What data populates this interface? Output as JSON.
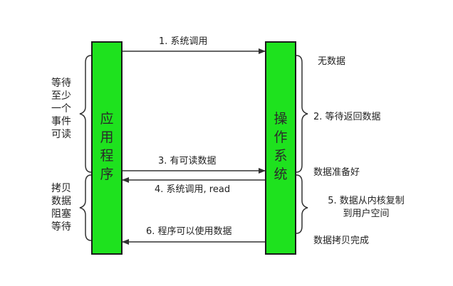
{
  "colors": {
    "box_fill": "#1ee21e",
    "line": "#333333"
  },
  "left_box": {
    "label": "应\n用\n程\n序"
  },
  "right_box": {
    "label": "操\n作\n系\n统"
  },
  "arrows": [
    {
      "label": "1. 系统调用",
      "direction": "right"
    },
    {
      "label": "3. 有可读数据",
      "direction": "right"
    },
    {
      "label": "4. 系统调用, read",
      "direction": "left"
    },
    {
      "label": "6. 程序可以使用数据",
      "direction": "left"
    }
  ],
  "left_notes": [
    {
      "text": "等待\n至少\n一个\n事件\n可读"
    },
    {
      "text": "拷贝\n数据\n阻塞\n等待"
    }
  ],
  "right_notes": [
    {
      "text": "无数据"
    },
    {
      "text": "2. 等待返回数据"
    },
    {
      "text": "数据准备好"
    },
    {
      "text": "5. 数据从内核复制\n到用户空间"
    },
    {
      "text": "数据拷贝完成"
    }
  ]
}
